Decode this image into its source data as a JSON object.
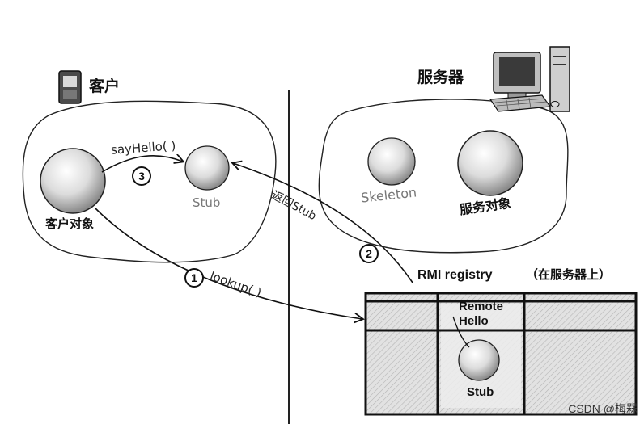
{
  "client": {
    "title": "客户",
    "object_label": "客户对象",
    "stub_label": "Stub"
  },
  "server": {
    "title": "服务器",
    "skeleton_label": "Skeleton",
    "service_label": "服务对象"
  },
  "calls": {
    "say_hello": "sayHello( )",
    "lookup": "lookup( )",
    "return_stub": "返回Stub",
    "step1": "1",
    "step2": "2",
    "step3": "3"
  },
  "registry": {
    "title": "RMI registry",
    "note": "（在服务器上）",
    "entry_line1": "Remote",
    "entry_line2": "Hello",
    "stub_label": "Stub"
  },
  "watermark": "CSDN @梅槑"
}
